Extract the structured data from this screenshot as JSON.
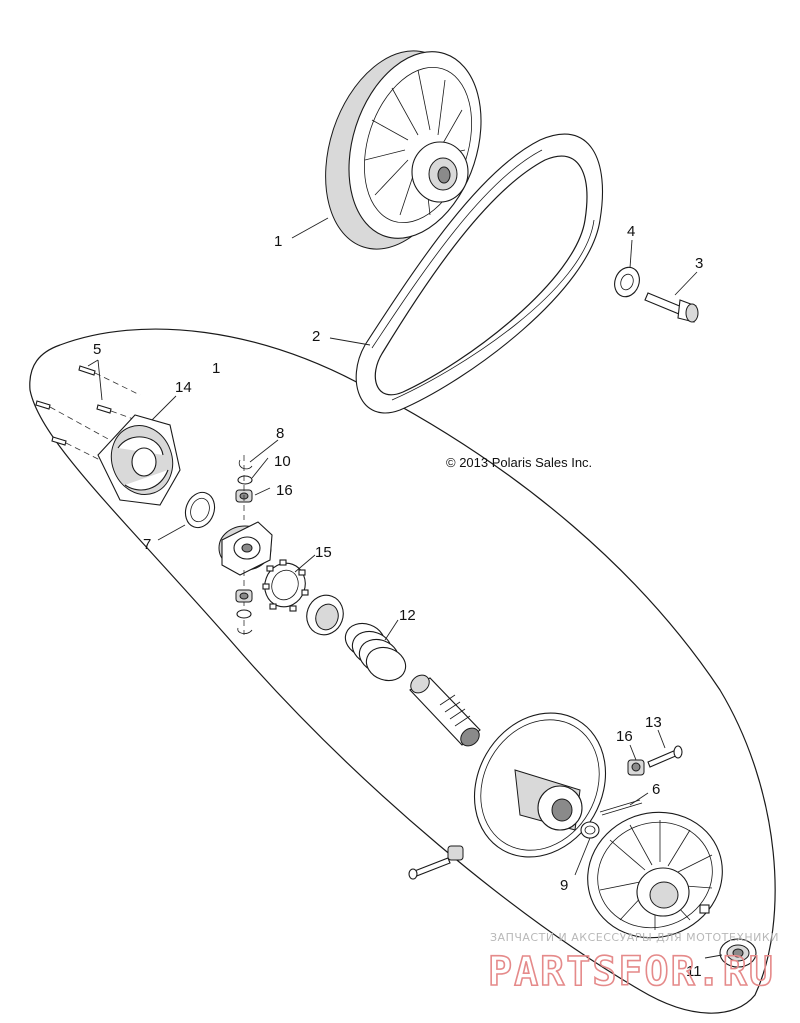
{
  "diagram": {
    "copyright": "© 2013 Polaris Sales Inc.",
    "callouts": [
      {
        "id": "c1-top",
        "text": "1"
      },
      {
        "id": "c1-group",
        "text": "1"
      },
      {
        "id": "c2",
        "text": "2"
      },
      {
        "id": "c3",
        "text": "3"
      },
      {
        "id": "c4",
        "text": "4"
      },
      {
        "id": "c5",
        "text": "5"
      },
      {
        "id": "c6",
        "text": "6"
      },
      {
        "id": "c7",
        "text": "7"
      },
      {
        "id": "c8",
        "text": "8"
      },
      {
        "id": "c9",
        "text": "9"
      },
      {
        "id": "c10",
        "text": "10"
      },
      {
        "id": "c11",
        "text": "11"
      },
      {
        "id": "c12",
        "text": "12"
      },
      {
        "id": "c13",
        "text": "13"
      },
      {
        "id": "c14",
        "text": "14"
      },
      {
        "id": "c15",
        "text": "15"
      },
      {
        "id": "c16a",
        "text": "16"
      },
      {
        "id": "c16b",
        "text": "16"
      }
    ]
  },
  "watermark": {
    "tagline": "ЗАПЧАСТИ И АКСЕССУАРЫ ДЛЯ МОТОТЕХНИКИ",
    "logo": "PARTSFOR.RU",
    "color": "#e58a8a"
  }
}
